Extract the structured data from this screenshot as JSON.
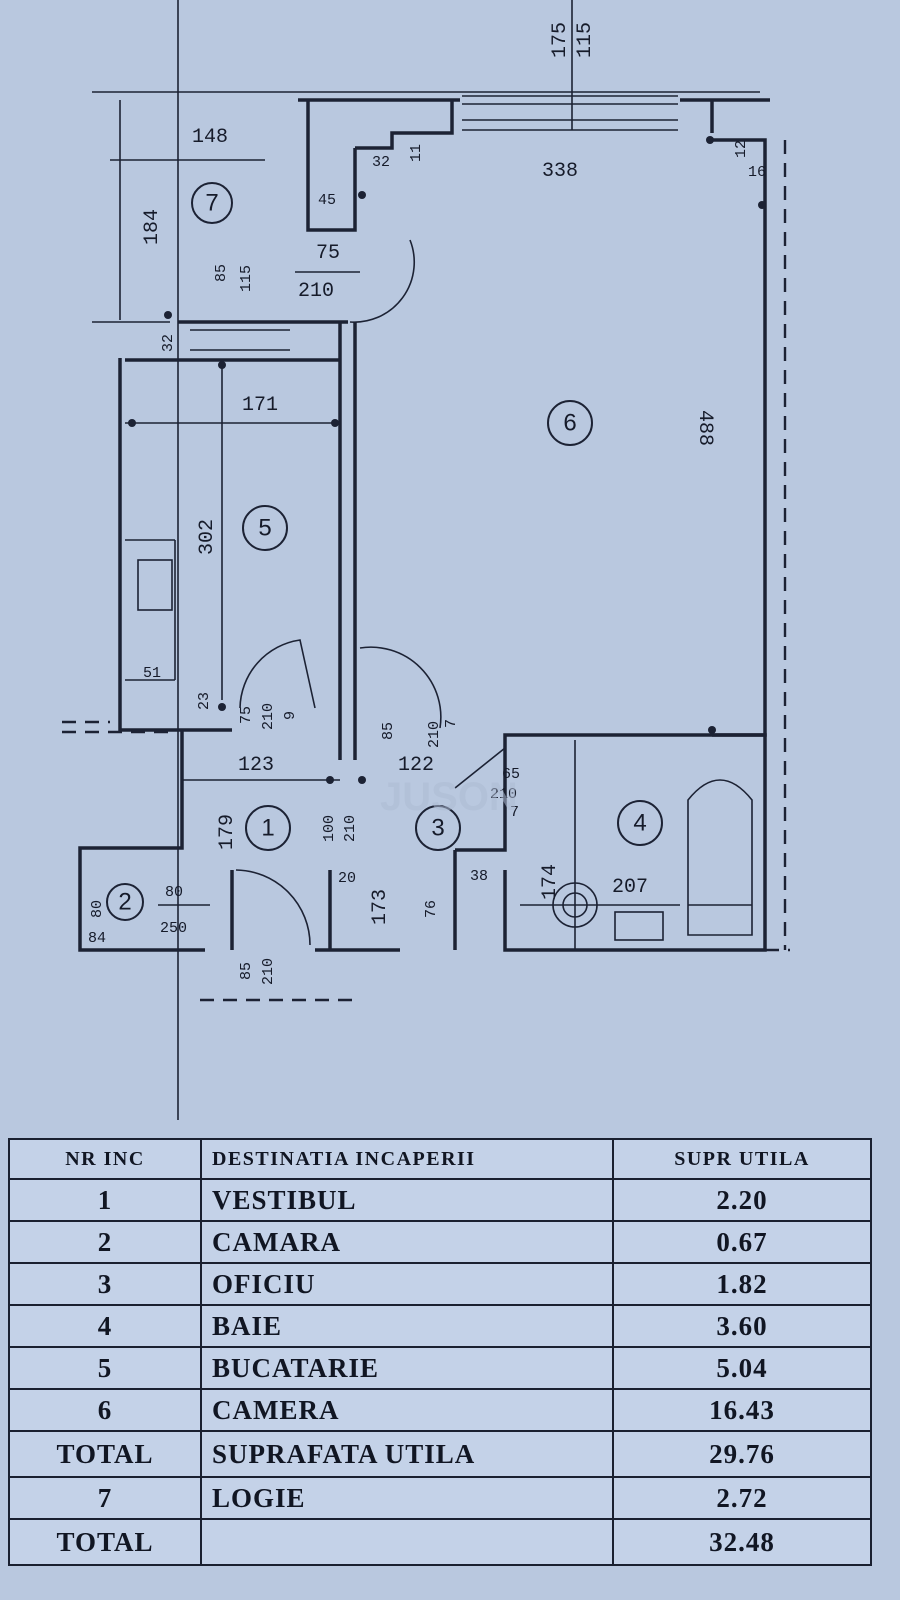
{
  "plan": {
    "rooms": [
      {
        "id": "1",
        "label": "1"
      },
      {
        "id": "2",
        "label": "2"
      },
      {
        "id": "3",
        "label": "3"
      },
      {
        "id": "4",
        "label": "4"
      },
      {
        "id": "5",
        "label": "5"
      },
      {
        "id": "6",
        "label": "6"
      },
      {
        "id": "7",
        "label": "7"
      }
    ],
    "dimensions": {
      "top_175": "175",
      "top_115": "115",
      "logia_width": "148",
      "logia_depth": "184",
      "d_32_top": "32",
      "d_11": "11",
      "d_45": "45",
      "room6_width": "338",
      "d_12": "12",
      "d_16": "16",
      "door_75": "75",
      "door_210_a": "210",
      "d_85_top": "85",
      "d_115_logia": "115",
      "d_32_left": "32",
      "kitchen_width": "171",
      "room6_depth": "488",
      "kitchen_depth": "302",
      "d_51": "51",
      "d_23": "23",
      "kdoor_75": "75",
      "kdoor_210": "210",
      "kdoor_9": "9",
      "d_85_office": "85",
      "d_210_office": "210",
      "d_7_office": "7",
      "vest_width": "123",
      "office_width": "122",
      "bdoor_65": "65",
      "bdoor_210": "210",
      "bdoor_7": "7",
      "vest_depth": "179",
      "vdoor_100": "100",
      "vdoor_210": "210",
      "d_20": "20",
      "d_38": "38",
      "bath_174": "174",
      "bath_207": "207",
      "office_173": "173",
      "d_76": "76",
      "d_80": "80",
      "cam2_80": "80",
      "cam2_250": "250",
      "d_84": "84",
      "edoor_85": "85",
      "edoor_210": "210"
    },
    "watermark": "JUSON"
  },
  "table": {
    "headers": [
      "NR INC",
      "DESTINATIA INCAPERII",
      "SUPR UTILA"
    ],
    "rows": [
      [
        "1",
        "VESTIBUL",
        "2.20"
      ],
      [
        "2",
        "CAMARA",
        "0.67"
      ],
      [
        "3",
        "OFICIU",
        "1.82"
      ],
      [
        "4",
        "BAIE",
        "3.60"
      ],
      [
        "5",
        "BUCATARIE",
        "5.04"
      ],
      [
        "6",
        "CAMERA",
        "16.43"
      ],
      [
        "TOTAL",
        "SUPRAFATA UTILA",
        "29.76"
      ],
      [
        "7",
        "LOGIE",
        "2.72"
      ],
      [
        "TOTAL",
        "",
        "32.48"
      ]
    ]
  },
  "colors": {
    "paper": "#b9c8df",
    "ink": "#1c2234"
  }
}
